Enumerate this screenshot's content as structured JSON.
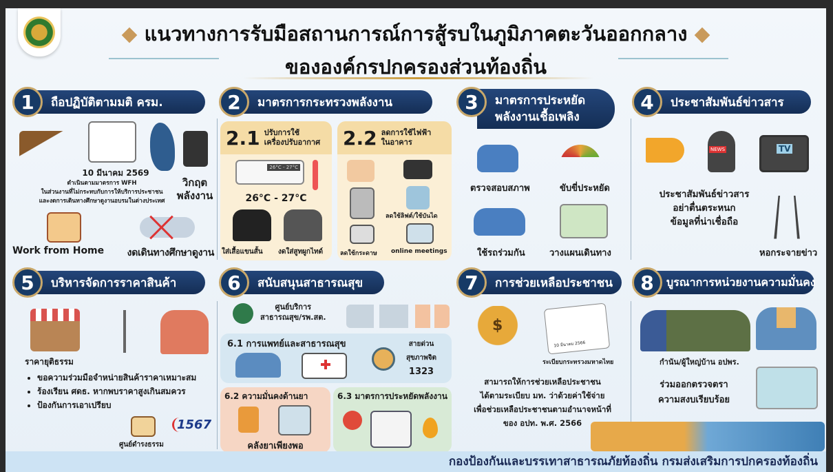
{
  "header": {
    "title_line1": "แนวทางการรับมือสถานการณ์การสู้รบในภูมิภาคตะวันออกกลาง",
    "title_line2": "ขององค์กรปกครองส่วนท้องถิ่น"
  },
  "sections": [
    {
      "number": "1",
      "title": "ถือปฏิบัติตามมติ ครม.",
      "date": "10 มีนาคม 2569",
      "desc": [
        "ดำเนินตามมาตรการ WFH",
        "ในส่วนงานที่ไม่กระทบกับการให้บริการประชาชน",
        "และงดการเดินทางศึกษาดูงานอบรมในต่างประเทศ"
      ],
      "energy_crisis": [
        "วิกฤต",
        "พลังงาน"
      ],
      "wfh": "Work from Home",
      "no_travel": "งดเดินทางศึกษาดูงาน"
    },
    {
      "number": "2",
      "title": "มาตรการกระทรวงพลังงาน",
      "sub1": {
        "number": "2.1",
        "title": [
          "ปรับการใช้",
          "เครื่องปรับอากาศ"
        ],
        "ac_display": "26°C - 27°C",
        "temp": "26°C - 27°C",
        "short_sleeve": "ใส่เสื้อแขนสั้น",
        "no_suit": "งดใส่สูทผูกไทด์"
      },
      "sub2": {
        "number": "2.2",
        "title": [
          "ลดการใช้ไฟฟ้า",
          "ในอาคาร"
        ],
        "stairs": "ลดใช้ลิฟต์/ใช้บันได",
        "paper": "ลดใช้กระดาษ",
        "meetings": "online meetings"
      }
    },
    {
      "number": "3",
      "title": [
        "มาตรการประหยัด",
        "พลังงานเชื้อเพลิง"
      ],
      "items": [
        "ตรวจสอบสภาพ",
        "ขับขี่ประหยัด",
        "ใช้รถร่วมกัน",
        "วางแผนเดินทาง"
      ]
    },
    {
      "number": "4",
      "title": "ประชาสัมพันธ์ข่าวสาร",
      "news": "NEWS",
      "tv": "TV",
      "desc": [
        "ประชาสัมพันธ์ข่าวสาร",
        "อย่าตื่นตระหนก",
        "ข้อมูลที่น่าเชื่อถือ"
      ],
      "tower": "หอกระจายข่าว"
    },
    {
      "number": "5",
      "title": "บริหารจัดการราคาสินค้า",
      "fair_price": "ราคายุติธรรม",
      "bullets": [
        "ขอความร่วมมือจำหน่ายสินค้าราคาเหมาะสม",
        "ร้องเรียน ศดธ. หากพบราคาสูงเกินสมควร",
        "ป้องกันการเอาเปรียบ"
      ],
      "center": "ศูนย์ดำรงธรรม",
      "hotline": "1567"
    },
    {
      "number": "6",
      "title": "สนับสนุนสาธารณสุข",
      "service": [
        "ศูนย์บริการ",
        "สาธารณสุข/รพ.สต."
      ],
      "sub1": {
        "title": "6.1 การแพทย์และสาธารณสุข",
        "hotline": [
          "สายด่วน",
          "สุขภาพจิต",
          "1323"
        ]
      },
      "sub2": {
        "title": "6.2 ความมั่นคงด้านยา",
        "desc": "คลังยาเพียงพอ"
      },
      "sub3": {
        "title": "6.3 มาตรการประหยัดพลังงาน"
      }
    },
    {
      "number": "7",
      "title": "การช่วยเหลือประชาชน",
      "regulation": "ระเบียบกระทรวงมหาดไทย",
      "doc_date": "10 มีนาคม 2566",
      "desc": [
        "สามารถให้การช่วยเหลือประชาชน",
        "ได้ตามระเบียบ มท. ว่าด้วยค่าใช้จ่าย",
        "เพื่อช่วยเหลือประชาชนตามอำนาจหน้าที่",
        "ของ อปท. พ.ศ. 2566"
      ]
    },
    {
      "number": "8",
      "title": "บูรณาการหน่วยงานความมั่นคง",
      "people": "กำนัน/ผู้ใหญ่บ้าน  อปพร.",
      "desc": [
        "ร่วมออกตรวจตรา",
        "ความสงบเรียบร้อย"
      ]
    }
  ],
  "footer": "กองป้องกันและบรรเทาสาธารณภัยท้องถิ่น  กรมส่งเสริมการปกครองท้องถิ่น",
  "colors": {
    "navy": "#173a66",
    "gold": "#c9a86a",
    "beige": "#fbefd6",
    "blue_panel": "#d6e7f2",
    "peach": "#f6d6c4",
    "green_panel": "#d8ead6"
  }
}
